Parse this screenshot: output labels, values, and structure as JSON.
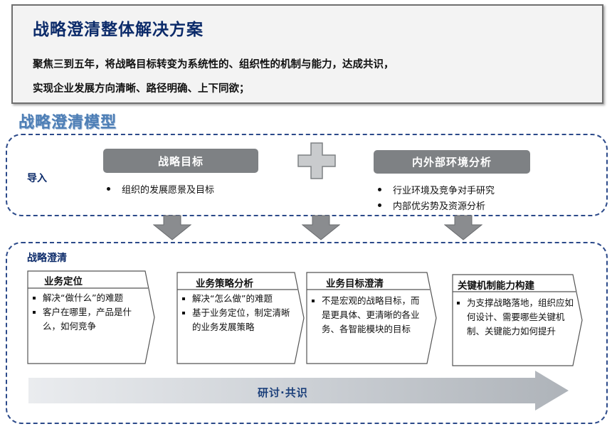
{
  "header": {
    "title": "战略澄清整体解决方案",
    "line1": "聚焦三到五年，将战略目标转变为系统性的、组织性的机制与能力，达成共识，",
    "line2": "实现企业发展方向清晰、路径明确、上下同欲；"
  },
  "model_title": "战略澄清模型",
  "import_section": {
    "label": "导入",
    "left_box": "战略目标",
    "left_bullets": [
      "组织的发展愿景及目标"
    ],
    "right_box": "内外部环境分析",
    "right_bullets": [
      "行业环境及竞争对手研究",
      "内部优劣势及资源分析"
    ]
  },
  "clarify_section": {
    "label": "战略澄清",
    "stages": [
      {
        "title": "业务定位",
        "items": [
          "解决“做什么”的难题",
          "客户在哪里，产品是什么，如何竞争"
        ]
      },
      {
        "title": "业务策略分析",
        "items": [
          "解决“怎么做”的难题",
          "基于业务定位，制定清晰的业务发展策略"
        ]
      },
      {
        "title": "业务目标澄清",
        "items": [
          "不是宏观的战略目标，而是更具体、更清晰的各业务、各智能模块的目标"
        ]
      },
      {
        "title": "关键机制能力构建",
        "items": [
          "为支撑战略落地，组织应如何设计、需要哪些关键机制、关键能力如何提升"
        ]
      }
    ],
    "bottom_bar": "研讨·共识"
  },
  "colors": {
    "title_navy": "#0c2b6a",
    "section_blue": "#4e7fb6",
    "pill_grey": "#7e8184",
    "dashed_border": "#2c4a8a",
    "arrow_grey": "#8a8c8f"
  }
}
